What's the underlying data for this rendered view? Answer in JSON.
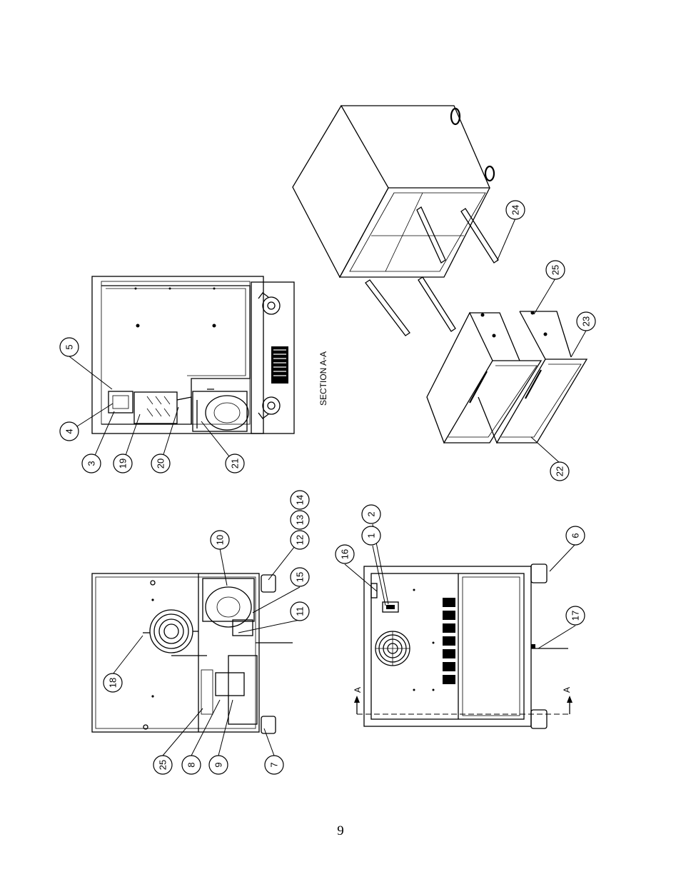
{
  "page": {
    "number": "9"
  },
  "labels": {
    "section": "SECTION A-A",
    "arrow_a": "A"
  },
  "callouts": [
    "1",
    "2",
    "3",
    "4",
    "5",
    "6",
    "7",
    "8",
    "9",
    "10",
    "11",
    "12",
    "13",
    "14",
    "15",
    "16",
    "17",
    "18",
    "19",
    "20",
    "21",
    "22",
    "23",
    "24",
    "25"
  ]
}
